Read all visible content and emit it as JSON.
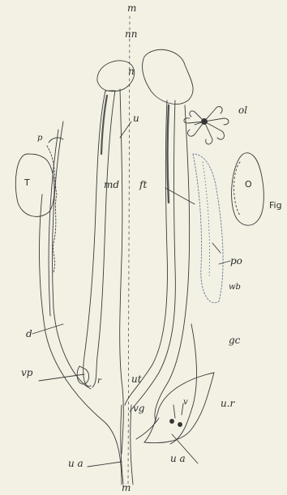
{
  "figure": {
    "labels": {
      "m_top": "m",
      "nn": "nn",
      "n": "n",
      "ol": "ol",
      "u": "u",
      "p": "p",
      "T": "T",
      "md": "md",
      "ft": "ft",
      "O": "O",
      "fig": "Fig",
      "po": "po",
      "wb": "wb",
      "d": "d",
      "r": "r",
      "ut": "ut",
      "gc": "gc",
      "vp": "vp",
      "vg": "vg",
      "ur": "u.r",
      "v": "v",
      "ua_left": "u a",
      "ua_right": "u a",
      "m_bottom": "m"
    }
  }
}
